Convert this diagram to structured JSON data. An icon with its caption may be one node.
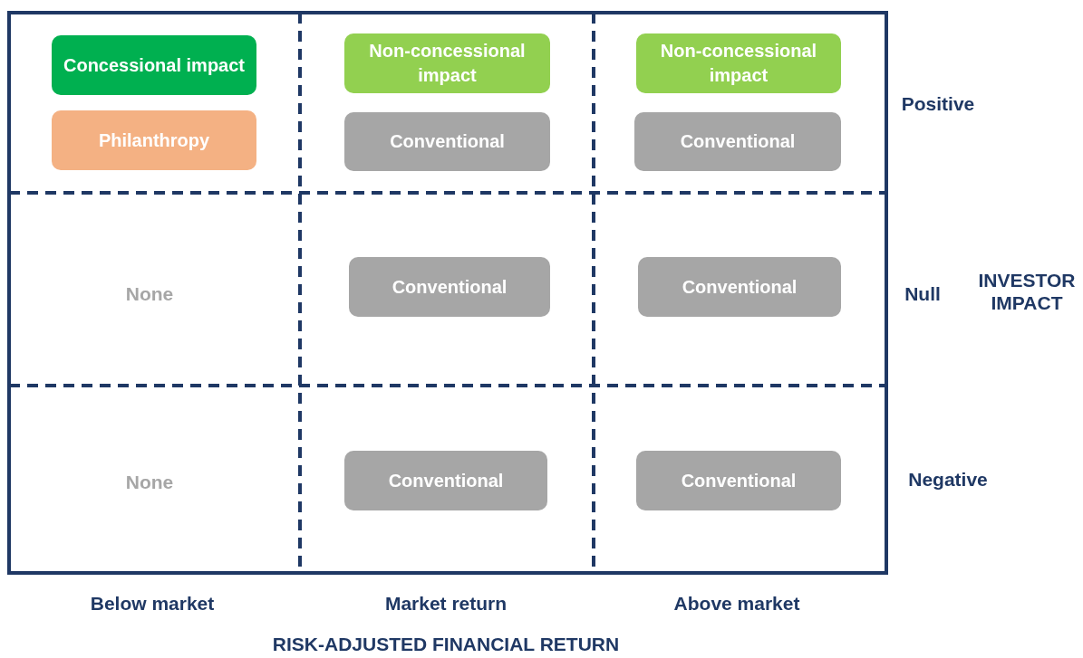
{
  "diagram": {
    "nodes": [
      {
        "text": [
          "Concessional impact"
        ]
      },
      {
        "text": [
          "Non-concessional impact"
        ]
      },
      {
        "text": [
          "Non-concessional impact"
        ]
      },
      {
        "text": [
          "Philanthropy"
        ]
      },
      {
        "text": [
          "Conventional"
        ]
      },
      {
        "text": [
          "Conventional"
        ]
      },
      {
        "text": [
          "Conventional"
        ]
      },
      {
        "text": [
          "Conventional"
        ]
      },
      {
        "text": [
          "Conventional"
        ]
      },
      {
        "text": [
          "Conventional"
        ]
      }
    ],
    "labels": [
      "Positive",
      "None",
      "Null",
      "INVESTOR IMPACT",
      "None",
      "Negative",
      "Below market",
      "Market return",
      "Above market",
      "RISK-ADJUSTED FINANCIAL RETURN"
    ]
  }
}
